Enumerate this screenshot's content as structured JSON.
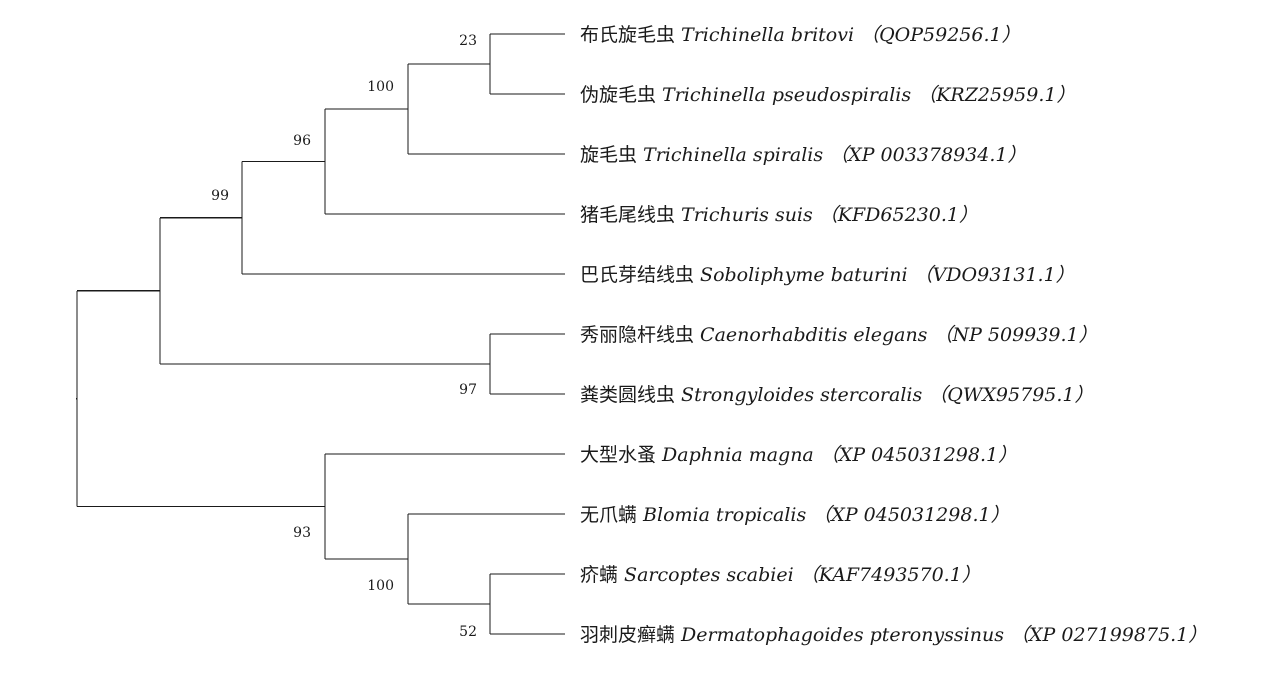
{
  "tree": {
    "taxa": [
      {
        "cn": "布氏旋毛虫",
        "sci": "Trichinella britovi",
        "acc": "（QOP59256.1）"
      },
      {
        "cn": "伪旋毛虫",
        "sci": "Trichinella pseudospiralis",
        "acc": "（KRZ25959.1）"
      },
      {
        "cn": "旋毛虫",
        "sci": "Trichinella spiralis",
        "acc": "（XP 003378934.1）"
      },
      {
        "cn": "猪毛尾线虫",
        "sci": "Trichuris suis",
        "acc": "（KFD65230.1）"
      },
      {
        "cn": "巴氏芽结线虫",
        "sci": "Soboliphyme baturini",
        "acc": "（VDO93131.1）"
      },
      {
        "cn": "秀丽隐杆线虫",
        "sci": "Caenorhabditis elegans",
        "acc": "（NP 509939.1）"
      },
      {
        "cn": "粪类圆线虫",
        "sci": "Strongyloides stercoralis",
        "acc": "（QWX95795.1）"
      },
      {
        "cn": "大型水蚤",
        "sci": "Daphnia magna",
        "acc": "（XP 045031298.1）"
      },
      {
        "cn": "无爪螨",
        "sci": "Blomia tropicalis",
        "acc": "（XP 045031298.1）"
      },
      {
        "cn": "疥螨",
        "sci": "Sarcoptes scabiei",
        "acc": "（KAF7493570.1）"
      },
      {
        "cn": "羽刺皮癣螨",
        "sci": "Dermatophagoides pteronyssinus",
        "acc": "（XP 027199875.1）"
      }
    ],
    "bootstrap_values": [
      "23",
      "100",
      "96",
      "99",
      "97",
      "93",
      "100",
      "52"
    ]
  }
}
